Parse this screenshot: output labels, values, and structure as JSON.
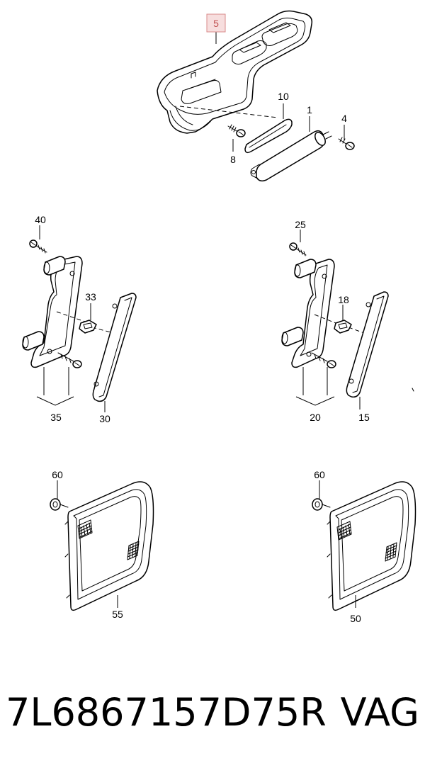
{
  "callouts": {
    "c1": "1",
    "c4": "4",
    "c5": "5",
    "c8": "8",
    "c10": "10",
    "c15": "15",
    "c18": "18",
    "c20": "20",
    "c25": "25",
    "c30": "30",
    "c33": "33",
    "c35": "35",
    "c40": "40",
    "c50": "50",
    "c55": "55",
    "c60a": "60",
    "c60b": "60"
  },
  "highlight_color": "#d98a8a",
  "caption": {
    "part_number": "7L6867157D75R",
    "brand": "VAG"
  }
}
